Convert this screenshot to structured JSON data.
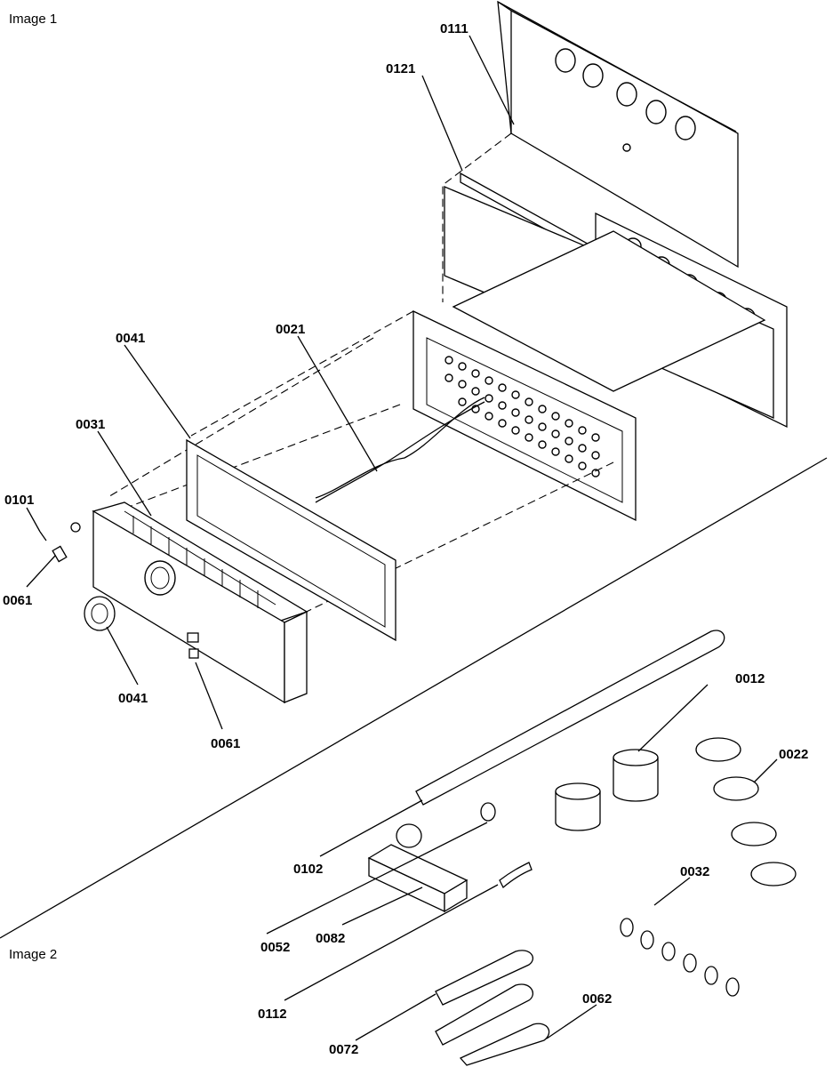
{
  "sections": {
    "image1": "Image 1",
    "image2": "Image 2"
  },
  "labels": {
    "p0111": "0111",
    "p0121": "0121",
    "p0041_gasket": "0041",
    "p0021": "0021",
    "p0031": "0031",
    "p0101": "0101",
    "p0061_left": "0061",
    "p0041_ring": "0041",
    "p0061_bottom": "0061",
    "p0012": "0012",
    "p0022": "0022",
    "p0102": "0102",
    "p0032": "0032",
    "p0052": "0052",
    "p0082": "0082",
    "p0112": "0112",
    "p0062": "0062",
    "p0072": "0072"
  }
}
